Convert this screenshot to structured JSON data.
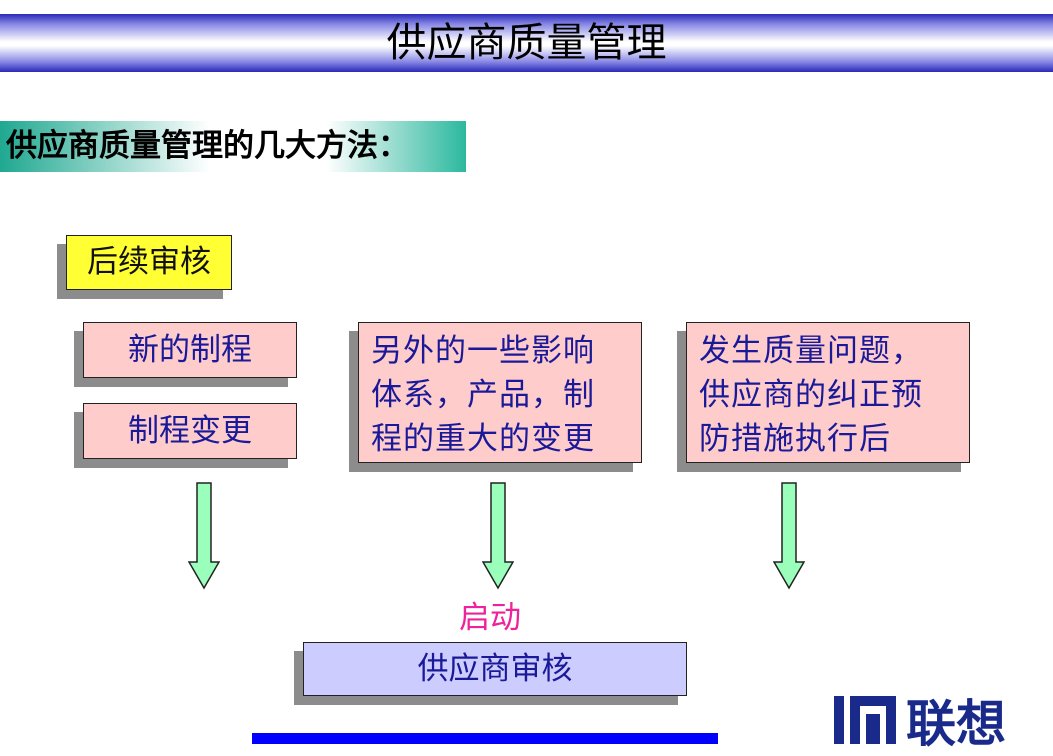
{
  "header": {
    "title": "供应商质量管理"
  },
  "subtitle": "供应商质量管理的几大方法：",
  "diagram": {
    "section_label": "后续审核",
    "boxes": {
      "new_process": "新的制程",
      "process_change": "制程变更",
      "other_changes": [
        "另外的一些影响",
        "体系，产品，制",
        "程的重大的变更"
      ],
      "quality_issue": [
        "发生质量问题，",
        "供应商的纠正预",
        "防措施执行后"
      ]
    },
    "trigger_label": "启动",
    "result_box": "供应商审核"
  },
  "logo": {
    "text": "联想",
    "icon": "lenovo-legend-logo-icon"
  },
  "colors": {
    "title_bar": "#2a2ab8",
    "subtitle_band": "#1fa890",
    "label_box": "#ffff33",
    "pink_box": "#ffcccc",
    "lavender_box": "#ccccff",
    "arrow_fill": "#99ffbb",
    "box_text": "#1a1a99",
    "start_text": "#ee2299",
    "bottom_bar": "#0000ff",
    "logo": "#1a2a8a"
  }
}
